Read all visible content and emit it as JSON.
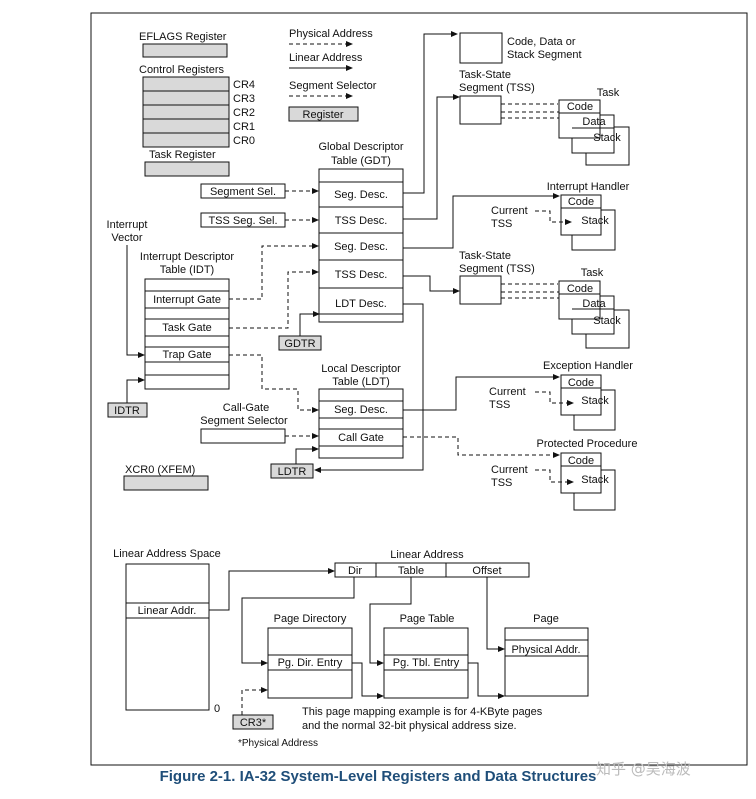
{
  "legend": {
    "eflags": "EFLAGS Register",
    "control_registers": "Control Registers",
    "cr4": "CR4",
    "cr3": "CR3",
    "cr2": "CR2",
    "cr1": "CR1",
    "cr0": "CR0",
    "task_register": "Task Register",
    "physical_address": "Physical Address",
    "linear_address": "Linear Address",
    "segment_selector": "Segment Selector",
    "register": "Register"
  },
  "inputs": {
    "interrupt_vector": [
      "Interrupt",
      "Vector"
    ],
    "segment_sel": "Segment Sel.",
    "tss_seg_sel": "TSS Seg. Sel.",
    "call_gate_selector": [
      "Call-Gate",
      "Segment Selector"
    ]
  },
  "gdt": {
    "title": [
      "Global Descriptor",
      "Table (GDT)"
    ],
    "entries": [
      "Seg. Desc.",
      "TSS Desc.",
      "Seg. Desc.",
      "TSS Desc.",
      "LDT Desc."
    ],
    "register": "GDTR"
  },
  "idt": {
    "title": [
      "Interrupt Descriptor",
      "Table (IDT)"
    ],
    "entries": [
      "Interrupt Gate",
      "Task Gate",
      "Trap Gate"
    ],
    "register": "IDTR"
  },
  "ldt": {
    "title": [
      "Local Descriptor",
      "Table (LDT)"
    ],
    "entries": [
      "Seg. Desc.",
      "Call Gate"
    ],
    "register": "LDTR"
  },
  "xcr0": "XCR0 (XFEM)",
  "targets": {
    "code_data_stack": [
      "Code, Data or",
      "Stack Segment"
    ],
    "tss1_title": [
      "Task-State",
      "Segment (TSS)"
    ],
    "task1": {
      "title": "Task",
      "code": "Code",
      "data": "Data",
      "stack": "Stack"
    },
    "interrupt_handler": {
      "title": "Interrupt Handler",
      "code": "Code",
      "stack": "Stack",
      "current": [
        "Current",
        "TSS"
      ]
    },
    "tss2_title": [
      "Task-State",
      "Segment (TSS)"
    ],
    "task2": {
      "title": "Task",
      "code": "Code",
      "data": "Data",
      "stack": "Stack"
    },
    "exception_handler": {
      "title": "Exception Handler",
      "code": "Code",
      "stack": "Stack",
      "current": [
        "Current",
        "TSS"
      ]
    },
    "protected_procedure": {
      "title": "Protected Procedure",
      "code": "Code",
      "stack": "Stack",
      "current": [
        "Current",
        "TSS"
      ]
    }
  },
  "paging": {
    "linear_address_space": "Linear Address Space",
    "linear_addr": "Linear Addr.",
    "zero": "0",
    "linear_address": "Linear Address",
    "fields": [
      "Dir",
      "Table",
      "Offset"
    ],
    "page_directory": "Page Directory",
    "pg_dir_entry": "Pg. Dir. Entry",
    "page_table": "Page Table",
    "pg_tbl_entry": "Pg. Tbl. Entry",
    "page": "Page",
    "physical_addr": "Physical Addr.",
    "cr3": "CR3*",
    "note": [
      "This page mapping example is for 4-KByte pages",
      "and the normal 32-bit physical address size."
    ],
    "footnote": "*Physical Address"
  },
  "caption": "Figure 2-1.  IA-32 System-Level Registers and Data Structures",
  "watermark": "知乎 @吴海波"
}
